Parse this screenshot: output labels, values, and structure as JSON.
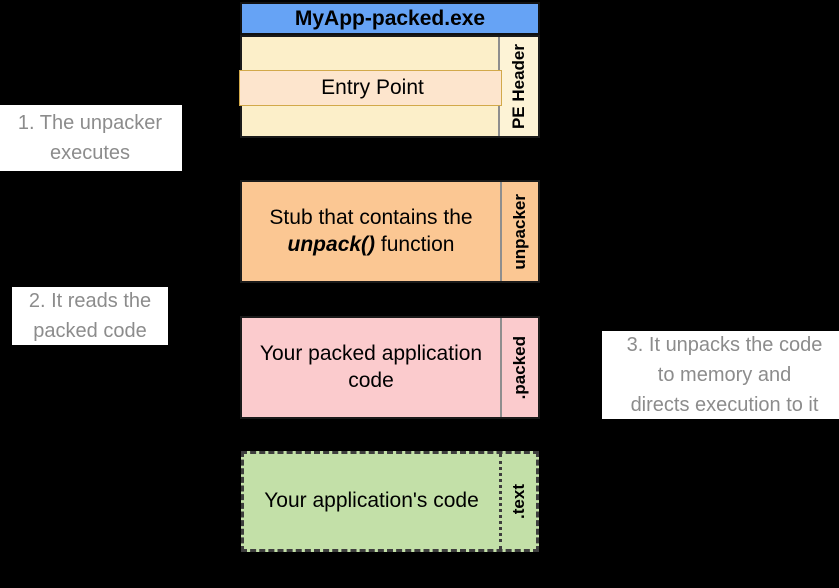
{
  "diagram": {
    "title": "MyApp-packed.exe",
    "sections": [
      {
        "id": "pe",
        "body": "",
        "tag": "PE Header",
        "inner_label": "Entry Point",
        "fill": "#fcefc9",
        "tag_fill": "#fdf3d6",
        "inner_fill": "#fde5cd"
      },
      {
        "id": "stub",
        "body_line1": "Stub that contains the",
        "body_emph": "unpack()",
        "body_line2_rest": " function",
        "tag": "unpacker",
        "fill": "#fbc793"
      },
      {
        "id": "packed",
        "body_line1": "Your packed application",
        "body_line2": "code",
        "tag": ".packed",
        "fill": "#fbcbcd"
      },
      {
        "id": "text",
        "body_line1": "Your application's code",
        "tag": ".text",
        "fill": "#c3e0a8"
      }
    ]
  },
  "notes": {
    "step1": {
      "line1": "1. The unpacker",
      "line2": "executes"
    },
    "step2": {
      "line1": "2. It reads the",
      "line2": "packed code"
    },
    "step3": {
      "line1": "3. It unpacks the code",
      "line2": "to memory and",
      "line3": "directs execution to it"
    }
  },
  "colors": {
    "title_bar": "#66a3f5",
    "background": "#000000",
    "note_text": "#8c8c8c",
    "border": "#1a1a1a"
  }
}
